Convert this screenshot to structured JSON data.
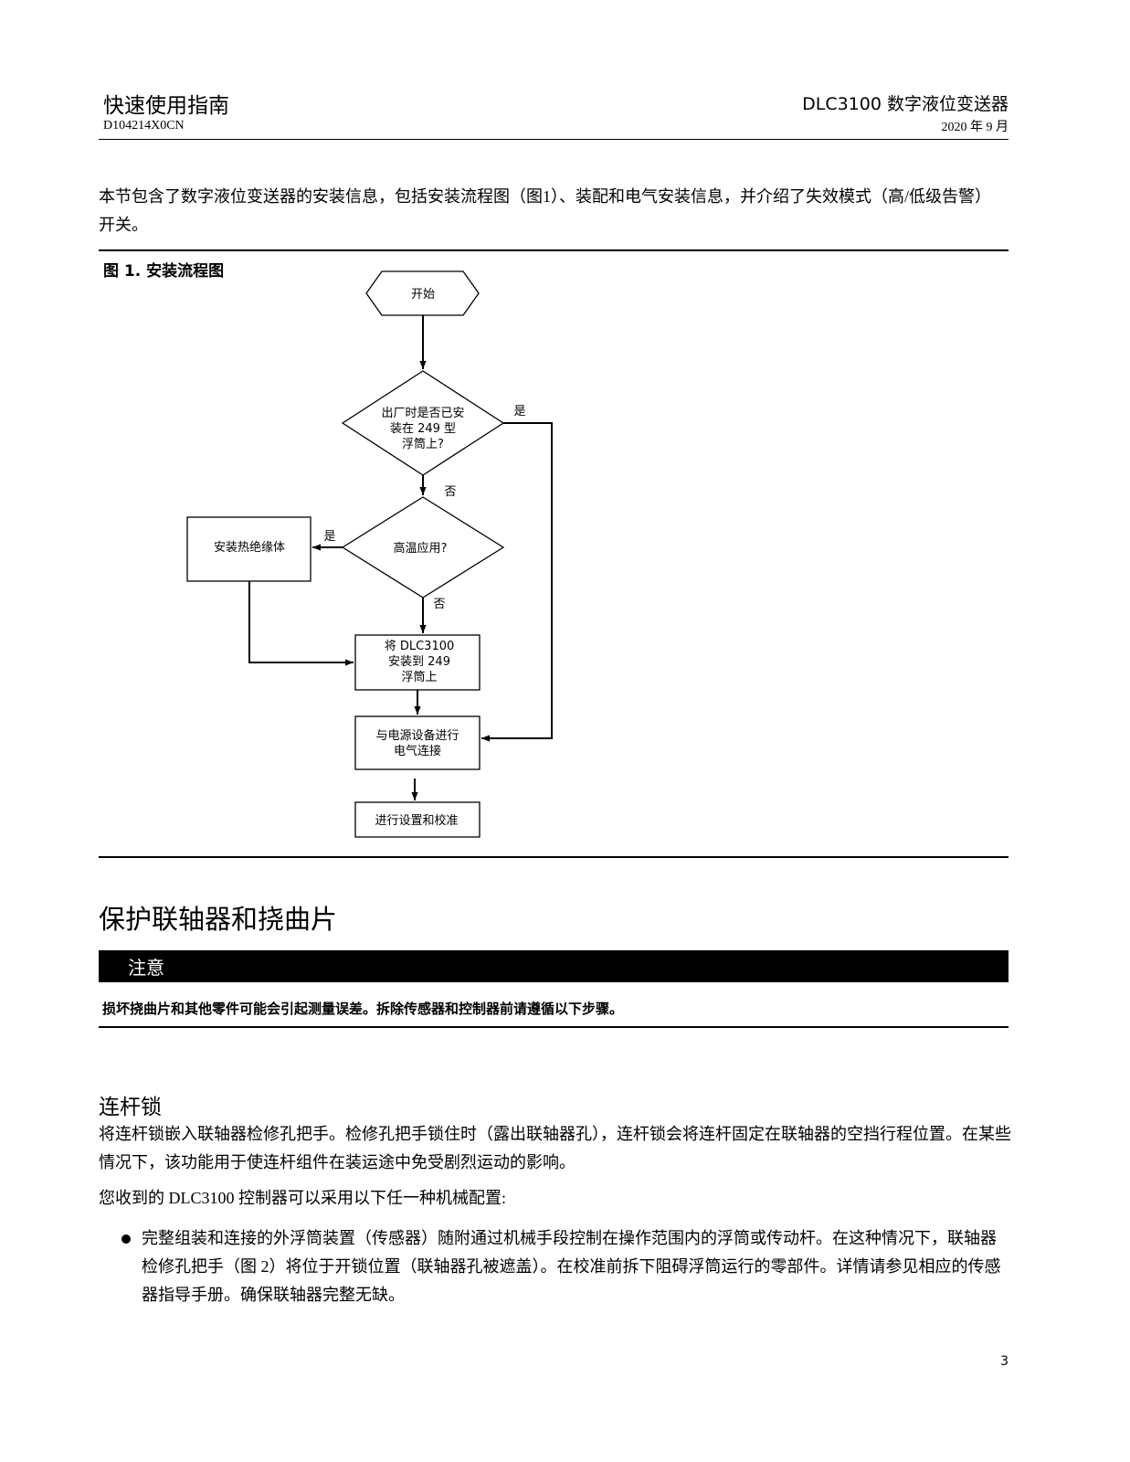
{
  "header": {
    "left_title": "快速使用指南",
    "doc_number": "D104214X0CN",
    "right_title": "DLC3100 数字液位变送器",
    "date": "2020 年 9 月"
  },
  "intro": "本节包含了数字液位变送器的安装信息，包括安装流程图（图1）、装配和电气安装信息，并介绍了失效模式（高/低级告警）开关。",
  "figure": {
    "caption": "图 1. 安装流程图",
    "start": "开始",
    "decision1": [
      "出厂时是否已安",
      "装在 249 型",
      "浮筒上?"
    ],
    "decision1_yes": "是",
    "decision1_no": "否",
    "decision2": "高温应用?",
    "decision2_yes": "是",
    "decision2_no": "否",
    "insulator": "安装热绝缘体",
    "mount": [
      "将 DLC3100",
      "安装到 249",
      "浮筒上"
    ],
    "connect": [
      "与电源设备进行",
      "电气连接"
    ],
    "setup": "进行设置和校准"
  },
  "section": {
    "title": "保护联轴器和挠曲片",
    "caution_label": "注意",
    "caution_text": "损坏挠曲片和其他零件可能会引起测量误差。拆除传感器和控制器前请遵循以下步骤。"
  },
  "subsection": {
    "title": "连杆锁",
    "para1": "将连杆锁嵌入联轴器检修孔把手。检修孔把手锁住时（露出联轴器孔），连杆锁会将连杆固定在联轴器的空挡行程位置。在某些情况下，该功能用于使连杆组件在装运途中免受剧烈运动的影响。",
    "para2": "您收到的 DLC3100 控制器可以采用以下任一种机械配置:",
    "bullet1": "完整组装和连接的外浮筒装置（传感器）随附通过机械手段控制在操作范围内的浮筒或传动杆。在这种情况下，联轴器检修孔把手（图 2）将位于开锁位置（联轴器孔被遮盖）。在校准前拆下阻碍浮筒运行的零部件。详情请参见相应的传感器指导手册。确保联轴器完整无缺。"
  },
  "page_number": "3"
}
